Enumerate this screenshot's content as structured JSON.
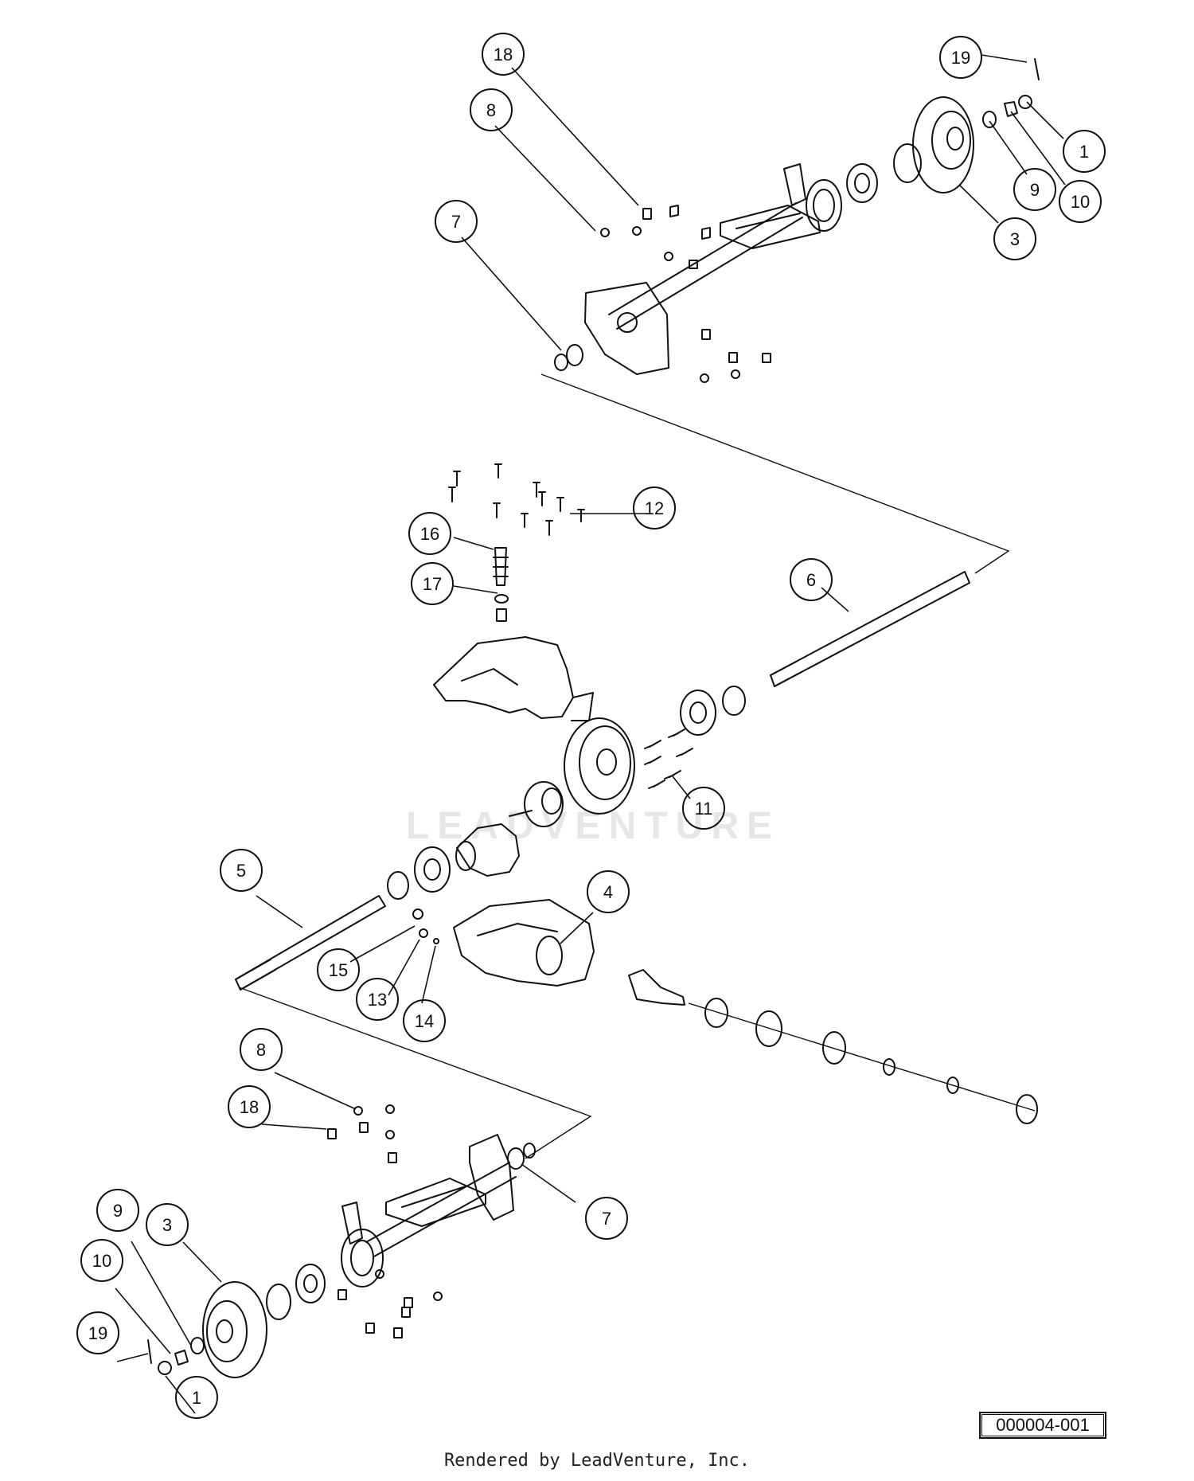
{
  "watermark": "LEADVENTURE",
  "diagram_id": "000004-001",
  "footer": "Rendered by LeadVenture, Inc.",
  "callouts": [
    {
      "label": "18",
      "icon": "callout-circle"
    },
    {
      "label": "19",
      "icon": "callout-circle"
    },
    {
      "label": "8",
      "icon": "callout-circle"
    },
    {
      "label": "1",
      "icon": "callout-circle"
    },
    {
      "label": "9",
      "icon": "callout-circle"
    },
    {
      "label": "10",
      "icon": "callout-circle"
    },
    {
      "label": "7",
      "icon": "callout-circle"
    },
    {
      "label": "3",
      "icon": "callout-circle"
    },
    {
      "label": "12",
      "icon": "callout-circle"
    },
    {
      "label": "16",
      "icon": "callout-circle"
    },
    {
      "label": "17",
      "icon": "callout-circle"
    },
    {
      "label": "6",
      "icon": "callout-circle"
    },
    {
      "label": "11",
      "icon": "callout-circle"
    },
    {
      "label": "5",
      "icon": "callout-circle"
    },
    {
      "label": "4",
      "icon": "callout-circle"
    },
    {
      "label": "15",
      "icon": "callout-circle"
    },
    {
      "label": "13",
      "icon": "callout-circle"
    },
    {
      "label": "14",
      "icon": "callout-circle"
    },
    {
      "label": "8",
      "icon": "callout-circle"
    },
    {
      "label": "18",
      "icon": "callout-circle"
    },
    {
      "label": "7",
      "icon": "callout-circle"
    },
    {
      "label": "9",
      "icon": "callout-circle"
    },
    {
      "label": "3",
      "icon": "callout-circle"
    },
    {
      "label": "10",
      "icon": "callout-circle"
    },
    {
      "label": "19",
      "icon": "callout-circle"
    },
    {
      "label": "1",
      "icon": "callout-circle"
    }
  ]
}
